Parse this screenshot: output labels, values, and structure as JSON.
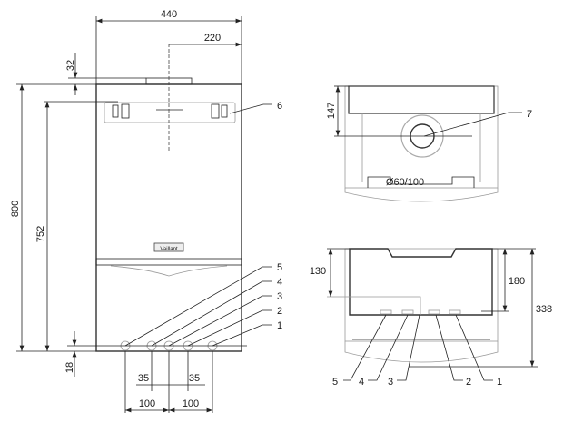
{
  "front_view": {
    "dims": {
      "width": "440",
      "center": "220",
      "top_offset": "32",
      "height": "800",
      "bracket_height": "752",
      "bottom_offset": "18",
      "spacing_a": "35",
      "spacing_b": "35",
      "spacing_c": "100",
      "spacing_d": "100"
    },
    "brand": "Vaillant",
    "callouts": [
      "1",
      "2",
      "3",
      "4",
      "5",
      "6"
    ]
  },
  "top_view": {
    "dims": {
      "flue_depth": "147"
    },
    "flue_label": "Ø60/100",
    "callouts": [
      "7"
    ]
  },
  "bottom_view": {
    "dims": {
      "depth_a": "130",
      "depth_b": "180",
      "depth_total": "338"
    },
    "callouts": [
      "5",
      "4",
      "3",
      "2",
      "1"
    ]
  }
}
